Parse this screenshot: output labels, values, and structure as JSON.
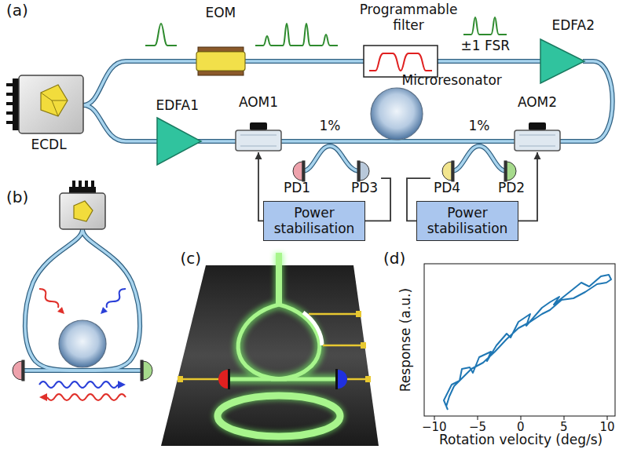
{
  "diagram": {
    "nodes": [
      {
        "text": [
          "AOM1"
        ]
      },
      {
        "text": [
          "AOM2"
        ]
      },
      {
        "text": [
          "PD3"
        ]
      },
      {
        "text": [
          "PD4"
        ]
      },
      {
        "text": [
          "Power stabilisation"
        ]
      },
      {
        "text": [
          "Power stabilisation"
        ]
      }
    ],
    "edges": [
      {
        "from": 2,
        "to": 4,
        "arrow": "none"
      },
      {
        "from": 4,
        "to": 0,
        "arrow": "to"
      },
      {
        "from": 3,
        "to": 5,
        "arrow": "none"
      },
      {
        "from": 5,
        "to": 1,
        "arrow": "to"
      }
    ],
    "labels": [
      "(a)",
      "EOM",
      "Programmable filter",
      "±1 FSR",
      "EDFA2",
      "ECDL",
      "EDFA1",
      "Microresonator",
      "1%",
      "1%",
      "PD1",
      "PD2",
      "(b)",
      "(c)",
      "(d)",
      "Response (a.u.)",
      "Rotation velocity (deg/s)",
      "−10",
      "−5",
      "0",
      "5",
      "10"
    ]
  }
}
